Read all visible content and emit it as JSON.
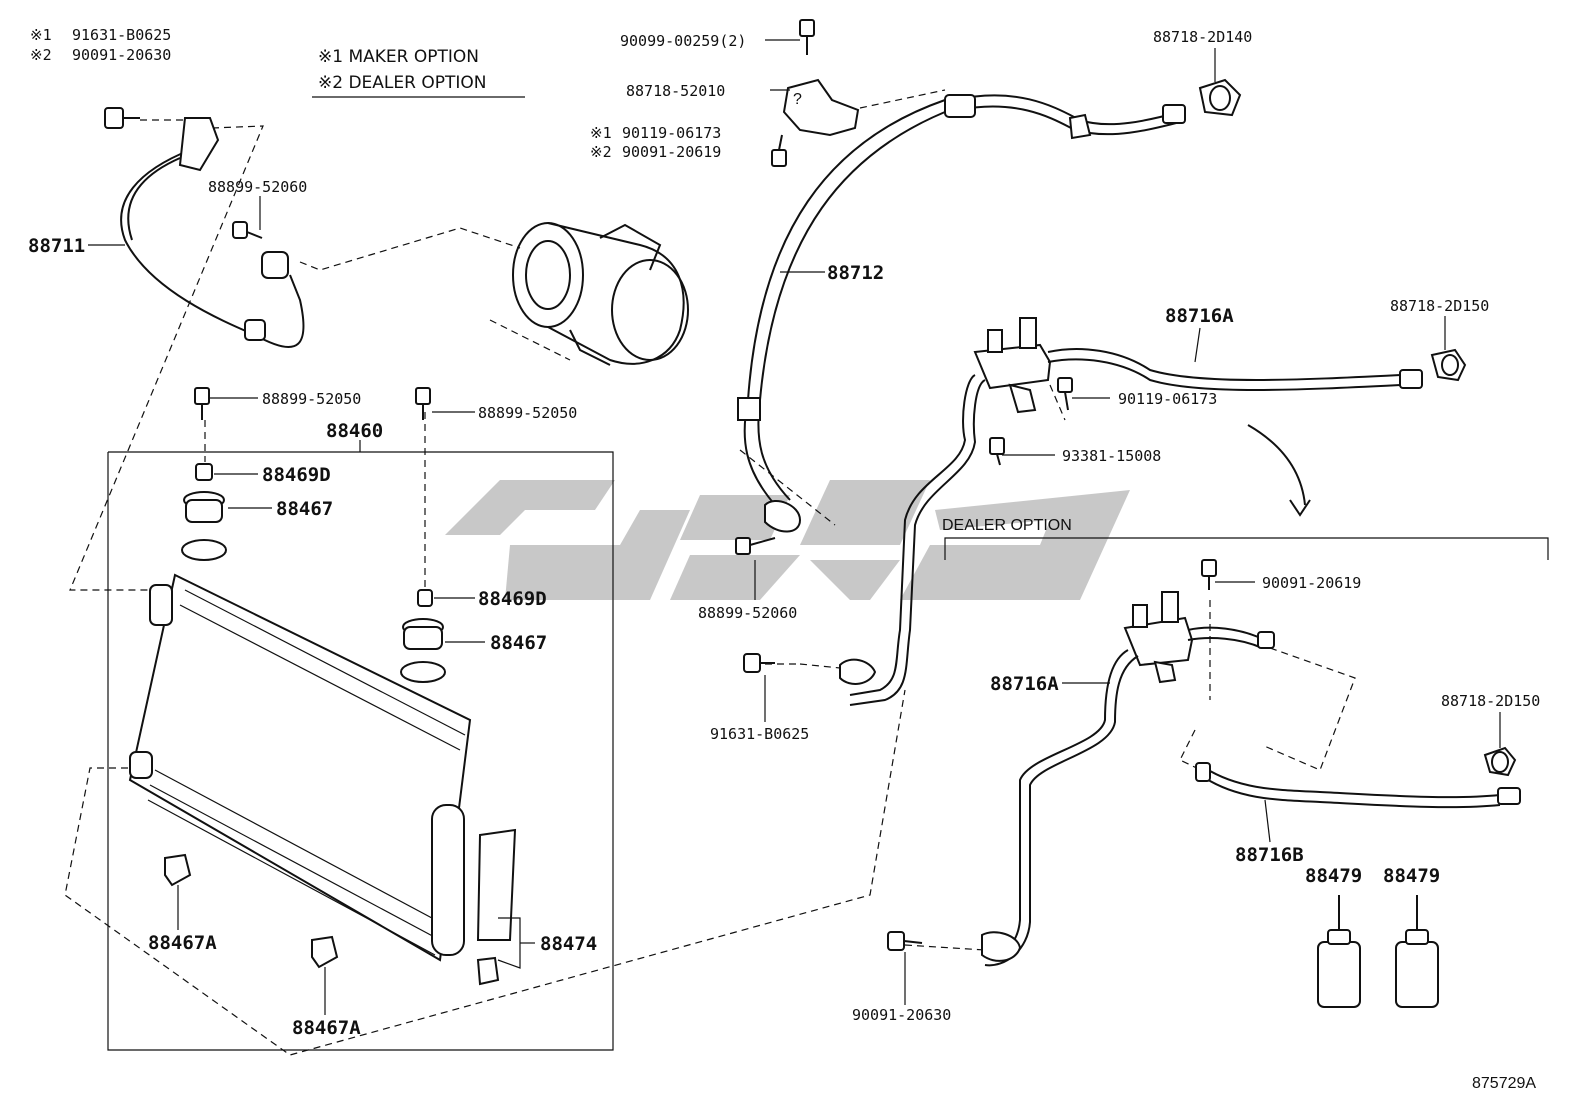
{
  "diagram_id": "875729A",
  "notes": {
    "maker_option": "※1 MAKER OPTION",
    "dealer_option": "※2 DEALER OPTION",
    "dealer_option_section": "DEALER OPTION"
  },
  "callouts": {
    "c_91631_tl_mark": "※1",
    "c_91631_tl": "91631-B0625",
    "c_90091_tl_mark": "※2",
    "c_90091_tl": "90091-20630",
    "c_88711": "88711",
    "c_88899_52060_a": "88899-52060",
    "c_88899_52050_a": "88899-52050",
    "c_88899_52050_b": "88899-52050",
    "c_88460": "88460",
    "c_88469D_a": "88469D",
    "c_88467_a": "88467",
    "c_88469D_b": "88469D",
    "c_88467_b": "88467",
    "c_88467A_a": "88467A",
    "c_88467A_b": "88467A",
    "c_88474": "88474",
    "c_90099": "90099-00259(2)",
    "c_88718_52010": "88718-52010",
    "c_90119_mark": "※1",
    "c_90119_top": "90119-06173",
    "c_90091_top_mark": "※2",
    "c_90091_top": "90091-20619",
    "c_88712": "88712",
    "c_88718_2D140": "88718-2D140",
    "c_88716A_a": "88716A",
    "c_88718_2D150_a": "88718-2D150",
    "c_90119_b": "90119-06173",
    "c_93381": "93381-15008",
    "c_88899_52060_b": "88899-52060",
    "c_91631_b": "91631-B0625",
    "c_90091_20619_b": "90091-20619",
    "c_88716A_b": "88716A",
    "c_88718_2D150_b": "88718-2D150",
    "c_88716B": "88716B",
    "c_88479_a": "88479",
    "c_88479_b": "88479",
    "c_90091_20630_b": "90091-20630"
  },
  "colors": {
    "ink": "#111111",
    "watermark": "#9a9a9a",
    "background": "#ffffff"
  }
}
